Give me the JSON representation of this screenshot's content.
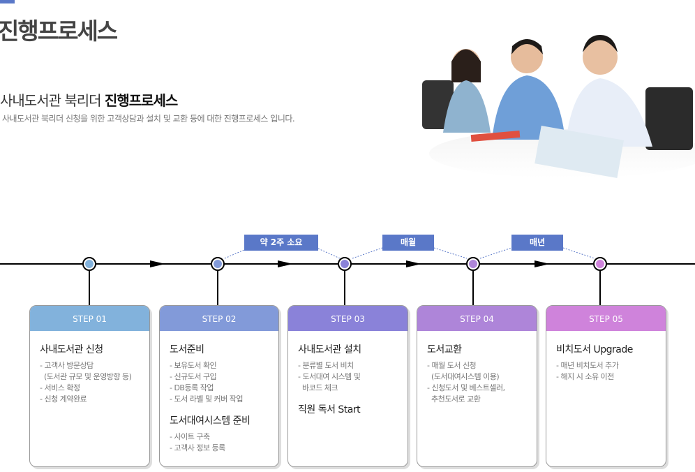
{
  "header": {
    "title": "진행프로세스",
    "subtitle_normal": "사내도서관 북리더 ",
    "subtitle_bold": "진행프로세스",
    "description": "사내도서관 북리더 신청을 위한 고객상담과 설치 및 교환 등에 대한 진행프로세스 입니다."
  },
  "durations": [
    "약 2주 소요",
    "매월",
    "매년"
  ],
  "colors": {
    "accent": "#5a78c8",
    "step1": "#82b2dc",
    "step2": "#829ad9",
    "step3": "#8a82d9",
    "step4": "#ae85d9",
    "step5": "#cf83db"
  },
  "steps": [
    {
      "label": "STEP 01",
      "sections": [
        {
          "title": "사내도서관 신청",
          "items": [
            "- 고객사 방문상담",
            "  (도서관 규모 및 운영방향 등)",
            "- 서비스 확정",
            "- 신청 계약완료"
          ]
        }
      ]
    },
    {
      "label": "STEP 02",
      "sections": [
        {
          "title": "도서준비",
          "items": [
            "- 보유도서 확인",
            "- 신규도서 구입",
            "- DB등록 작업",
            "- 도서 라벨 및 커버 작업"
          ]
        },
        {
          "title": "도서대여시스템 준비",
          "items": [
            "- 사이트 구축",
            "- 고객사 정보 등록"
          ]
        }
      ]
    },
    {
      "label": "STEP 03",
      "sections": [
        {
          "title": "사내도서관 설치",
          "items": [
            "- 분류별 도서 비치",
            "- 도서대여 시스템 및",
            "  바코드 체크"
          ]
        },
        {
          "title": "직원 독서 Start",
          "items": []
        }
      ]
    },
    {
      "label": "STEP 04",
      "sections": [
        {
          "title": "도서교환",
          "items": [
            "- 매월 도서 신청",
            "  (도서대여시스템 이용)",
            "- 신청도서 및 베스트셀러,",
            "  추천도서로 교환"
          ]
        }
      ]
    },
    {
      "label": "STEP 05",
      "sections": [
        {
          "title": "비치도서 Upgrade",
          "items": [
            "- 매년 비치도서 추가",
            "- 해지 시 소유 이전"
          ]
        }
      ]
    }
  ]
}
